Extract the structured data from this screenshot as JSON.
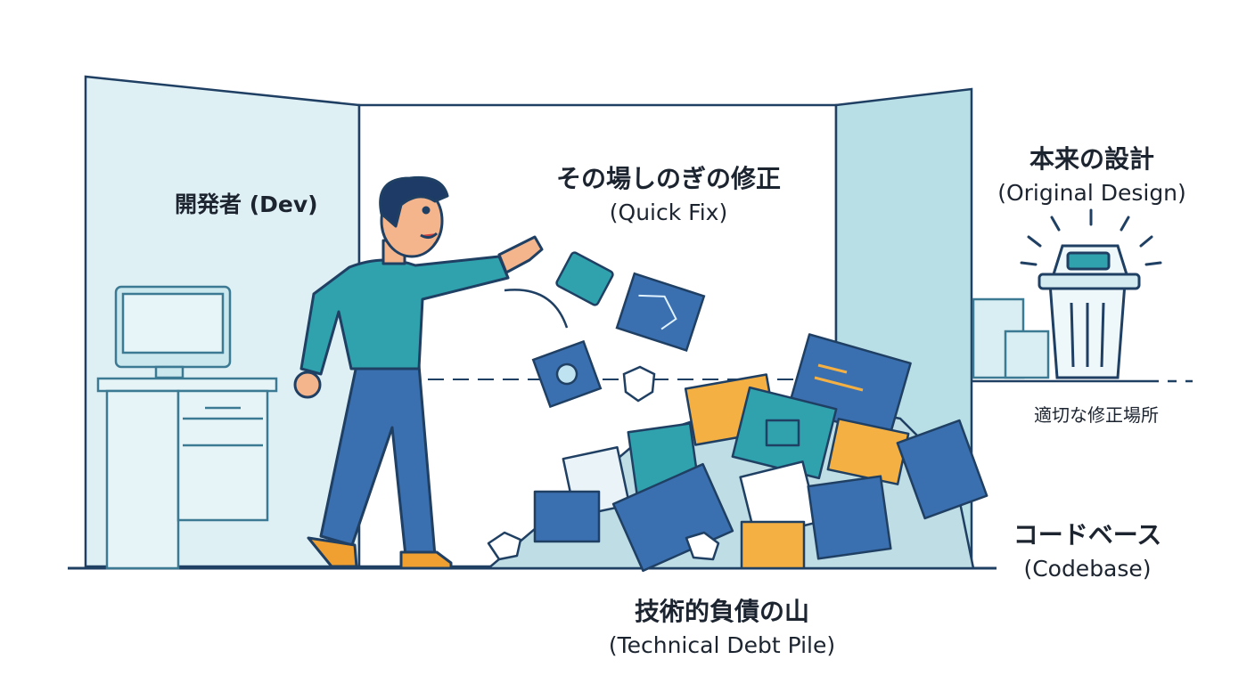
{
  "labels": {
    "developer": "開発者 (Dev)",
    "quick_fix_jp": "その場しのぎの修正",
    "quick_fix_en": "(Quick Fix)",
    "original_design_jp": "本来の設計",
    "original_design_en": "(Original Design)",
    "proper_fix_place": "適切な修正場所",
    "codebase_jp": "コードベース",
    "codebase_en": "(Codebase)",
    "debt_pile_jp": "技術的負債の山",
    "debt_pile_en": "(Technical Debt  Pile)"
  },
  "colors": {
    "outline": "#1f3f63",
    "wall_light": "#dff0f5",
    "wall_mid": "#b9dfe6",
    "teal": "#2fa2ad",
    "blue": "#3a6fb0",
    "dark_blue": "#2f5a93",
    "orange": "#f4b042",
    "skin": "#f4b48c",
    "hair": "#1d3b66",
    "shoe": "#f0a030"
  },
  "icons": [
    "desk-icon",
    "monitor-icon",
    "trash-bin-icon",
    "document-icon",
    "folder-icon",
    "crumpled-paper-icon",
    "puzzle-piece-icon",
    "blueprint-icon"
  ]
}
